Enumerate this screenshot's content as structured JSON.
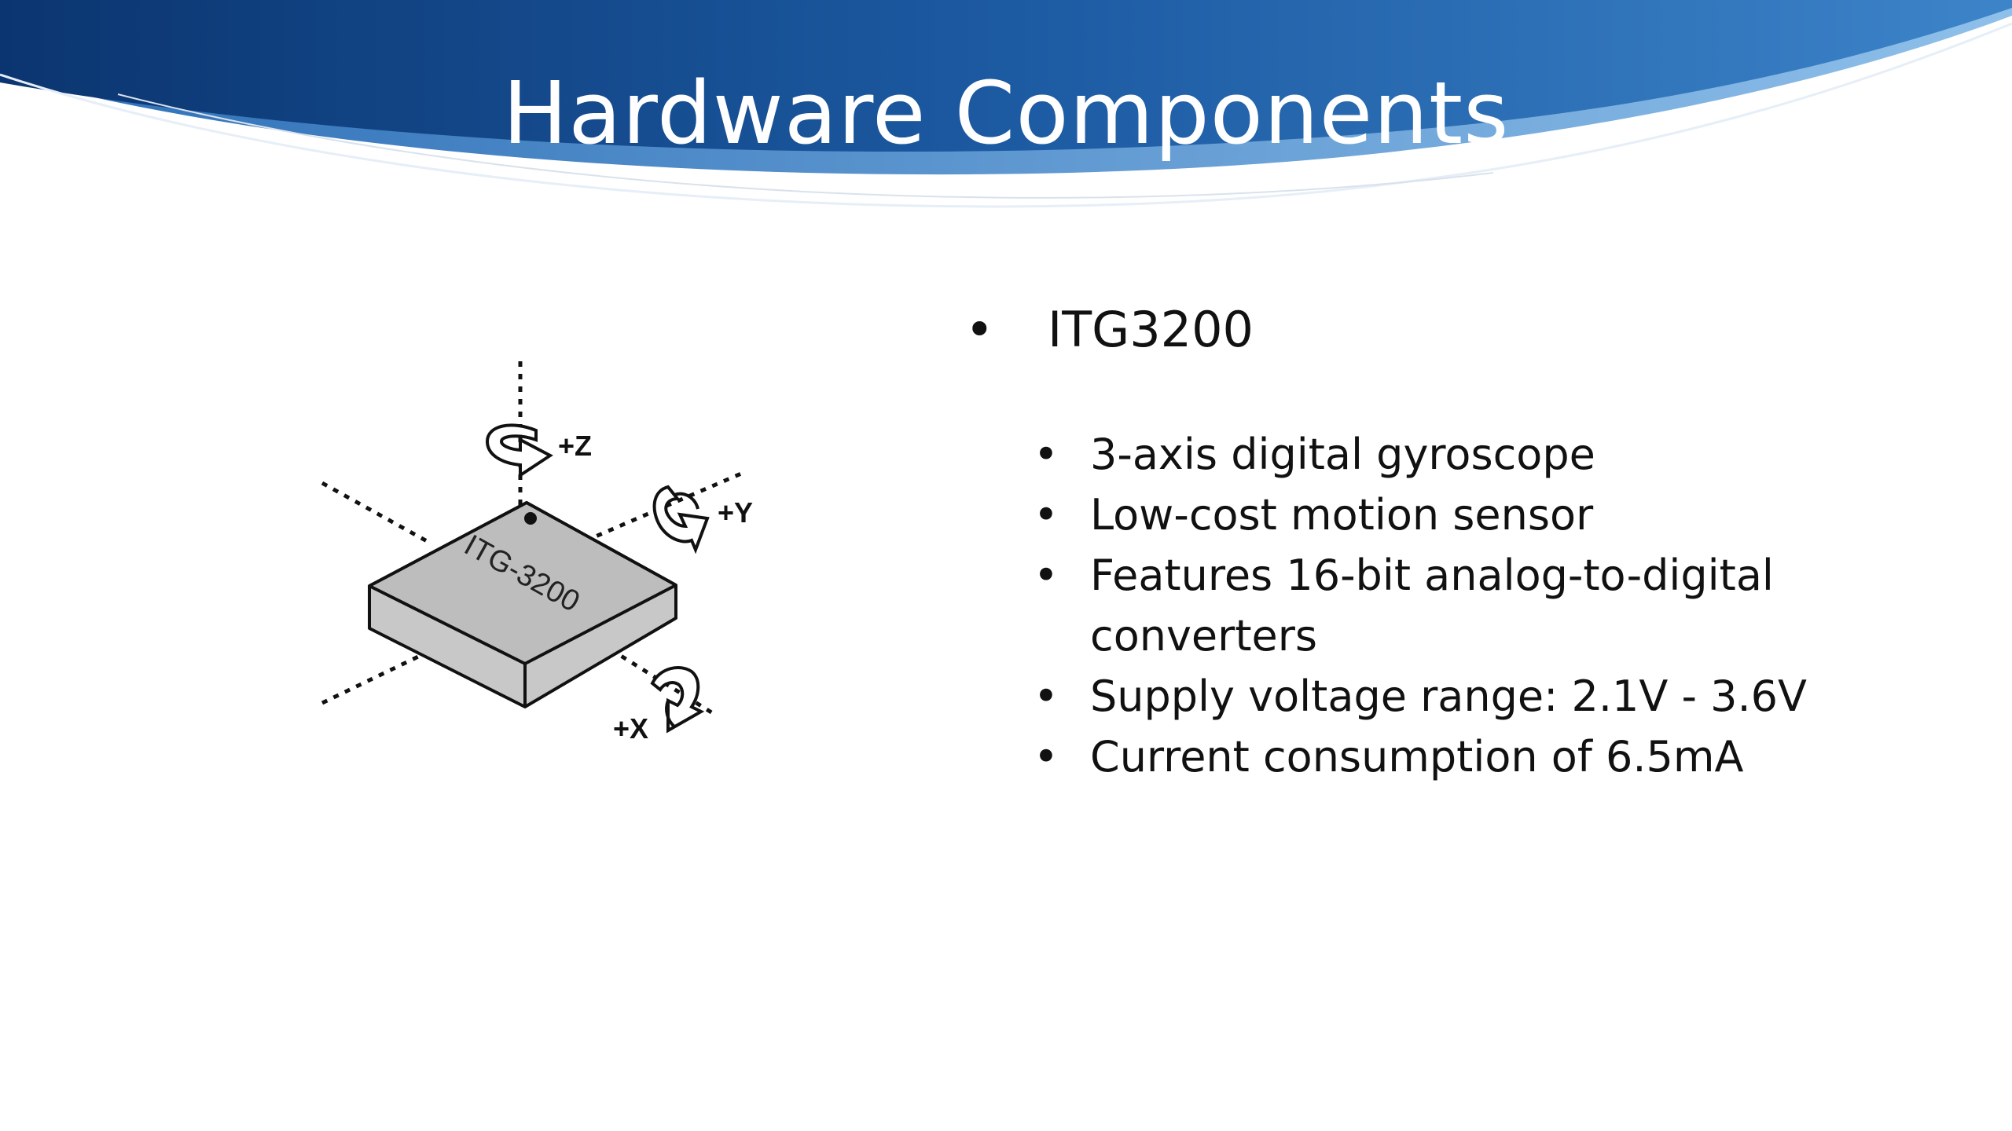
{
  "slide": {
    "title": "Hardware Components"
  },
  "diagram": {
    "chip_label": "ITG-3200",
    "axis_z": "+Z",
    "axis_y": "+Y",
    "axis_x": "+X"
  },
  "content": {
    "main_bullet": "ITG3200",
    "sub_bullets": [
      "3-axis digital gyroscope",
      "Low-cost motion sensor",
      "Features 16-bit analog-to-digital converters",
      "Supply voltage range: 2.1V - 3.6V",
      "Current consumption of 6.5mA"
    ]
  },
  "colors": {
    "banner_dark": "#0d3a78",
    "banner_mid": "#2c6fb5",
    "banner_light": "#6fa8dc",
    "chip_top": "#bdbdbd",
    "chip_side": "#c8c8c8"
  }
}
